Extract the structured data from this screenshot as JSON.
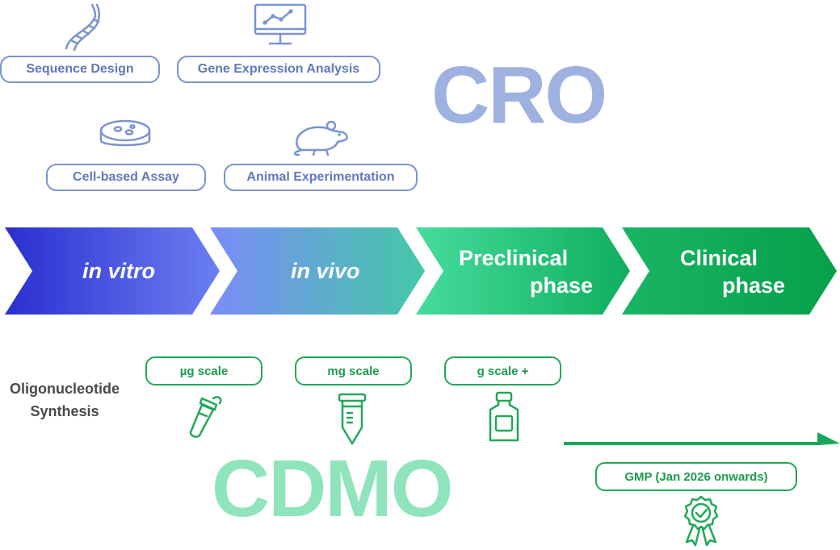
{
  "cro": {
    "title": "CRO",
    "services": {
      "sequence_design": "Sequence Design",
      "gene_expression": "Gene Expression Analysis",
      "cell_assay": "Cell-based Assay",
      "animal_experimentation": "Animal Experimentation"
    },
    "icons": [
      "dna-icon",
      "monitor-chart-icon",
      "petri-dish-icon",
      "mouse-icon"
    ]
  },
  "pipeline": {
    "stages": [
      {
        "label": "in vitro"
      },
      {
        "label": "in vivo"
      },
      {
        "label_line1": "Preclinical",
        "label_line2": "phase"
      },
      {
        "label_line1": "Clinical",
        "label_line2": "phase"
      }
    ]
  },
  "cdmo": {
    "title": "CDMO",
    "side_label_line1": "Oligonucleotide",
    "side_label_line2": "Synthesis",
    "scales": [
      "µg scale",
      "mg scale",
      "g scale +"
    ],
    "gmp_label": "GMP (Jan 2026 onwards)",
    "icons": [
      "microtube-icon",
      "conical-tube-icon",
      "vial-icon",
      "certificate-badge-icon"
    ]
  },
  "colors": {
    "cro_blue": "#7b93d2",
    "cro_light": "#9eb1e1",
    "cdmo_green": "#22a858",
    "cdmo_light": "#8fe4bc",
    "arrow_start": "#2a2fd0",
    "arrow_end": "#06a04a"
  }
}
